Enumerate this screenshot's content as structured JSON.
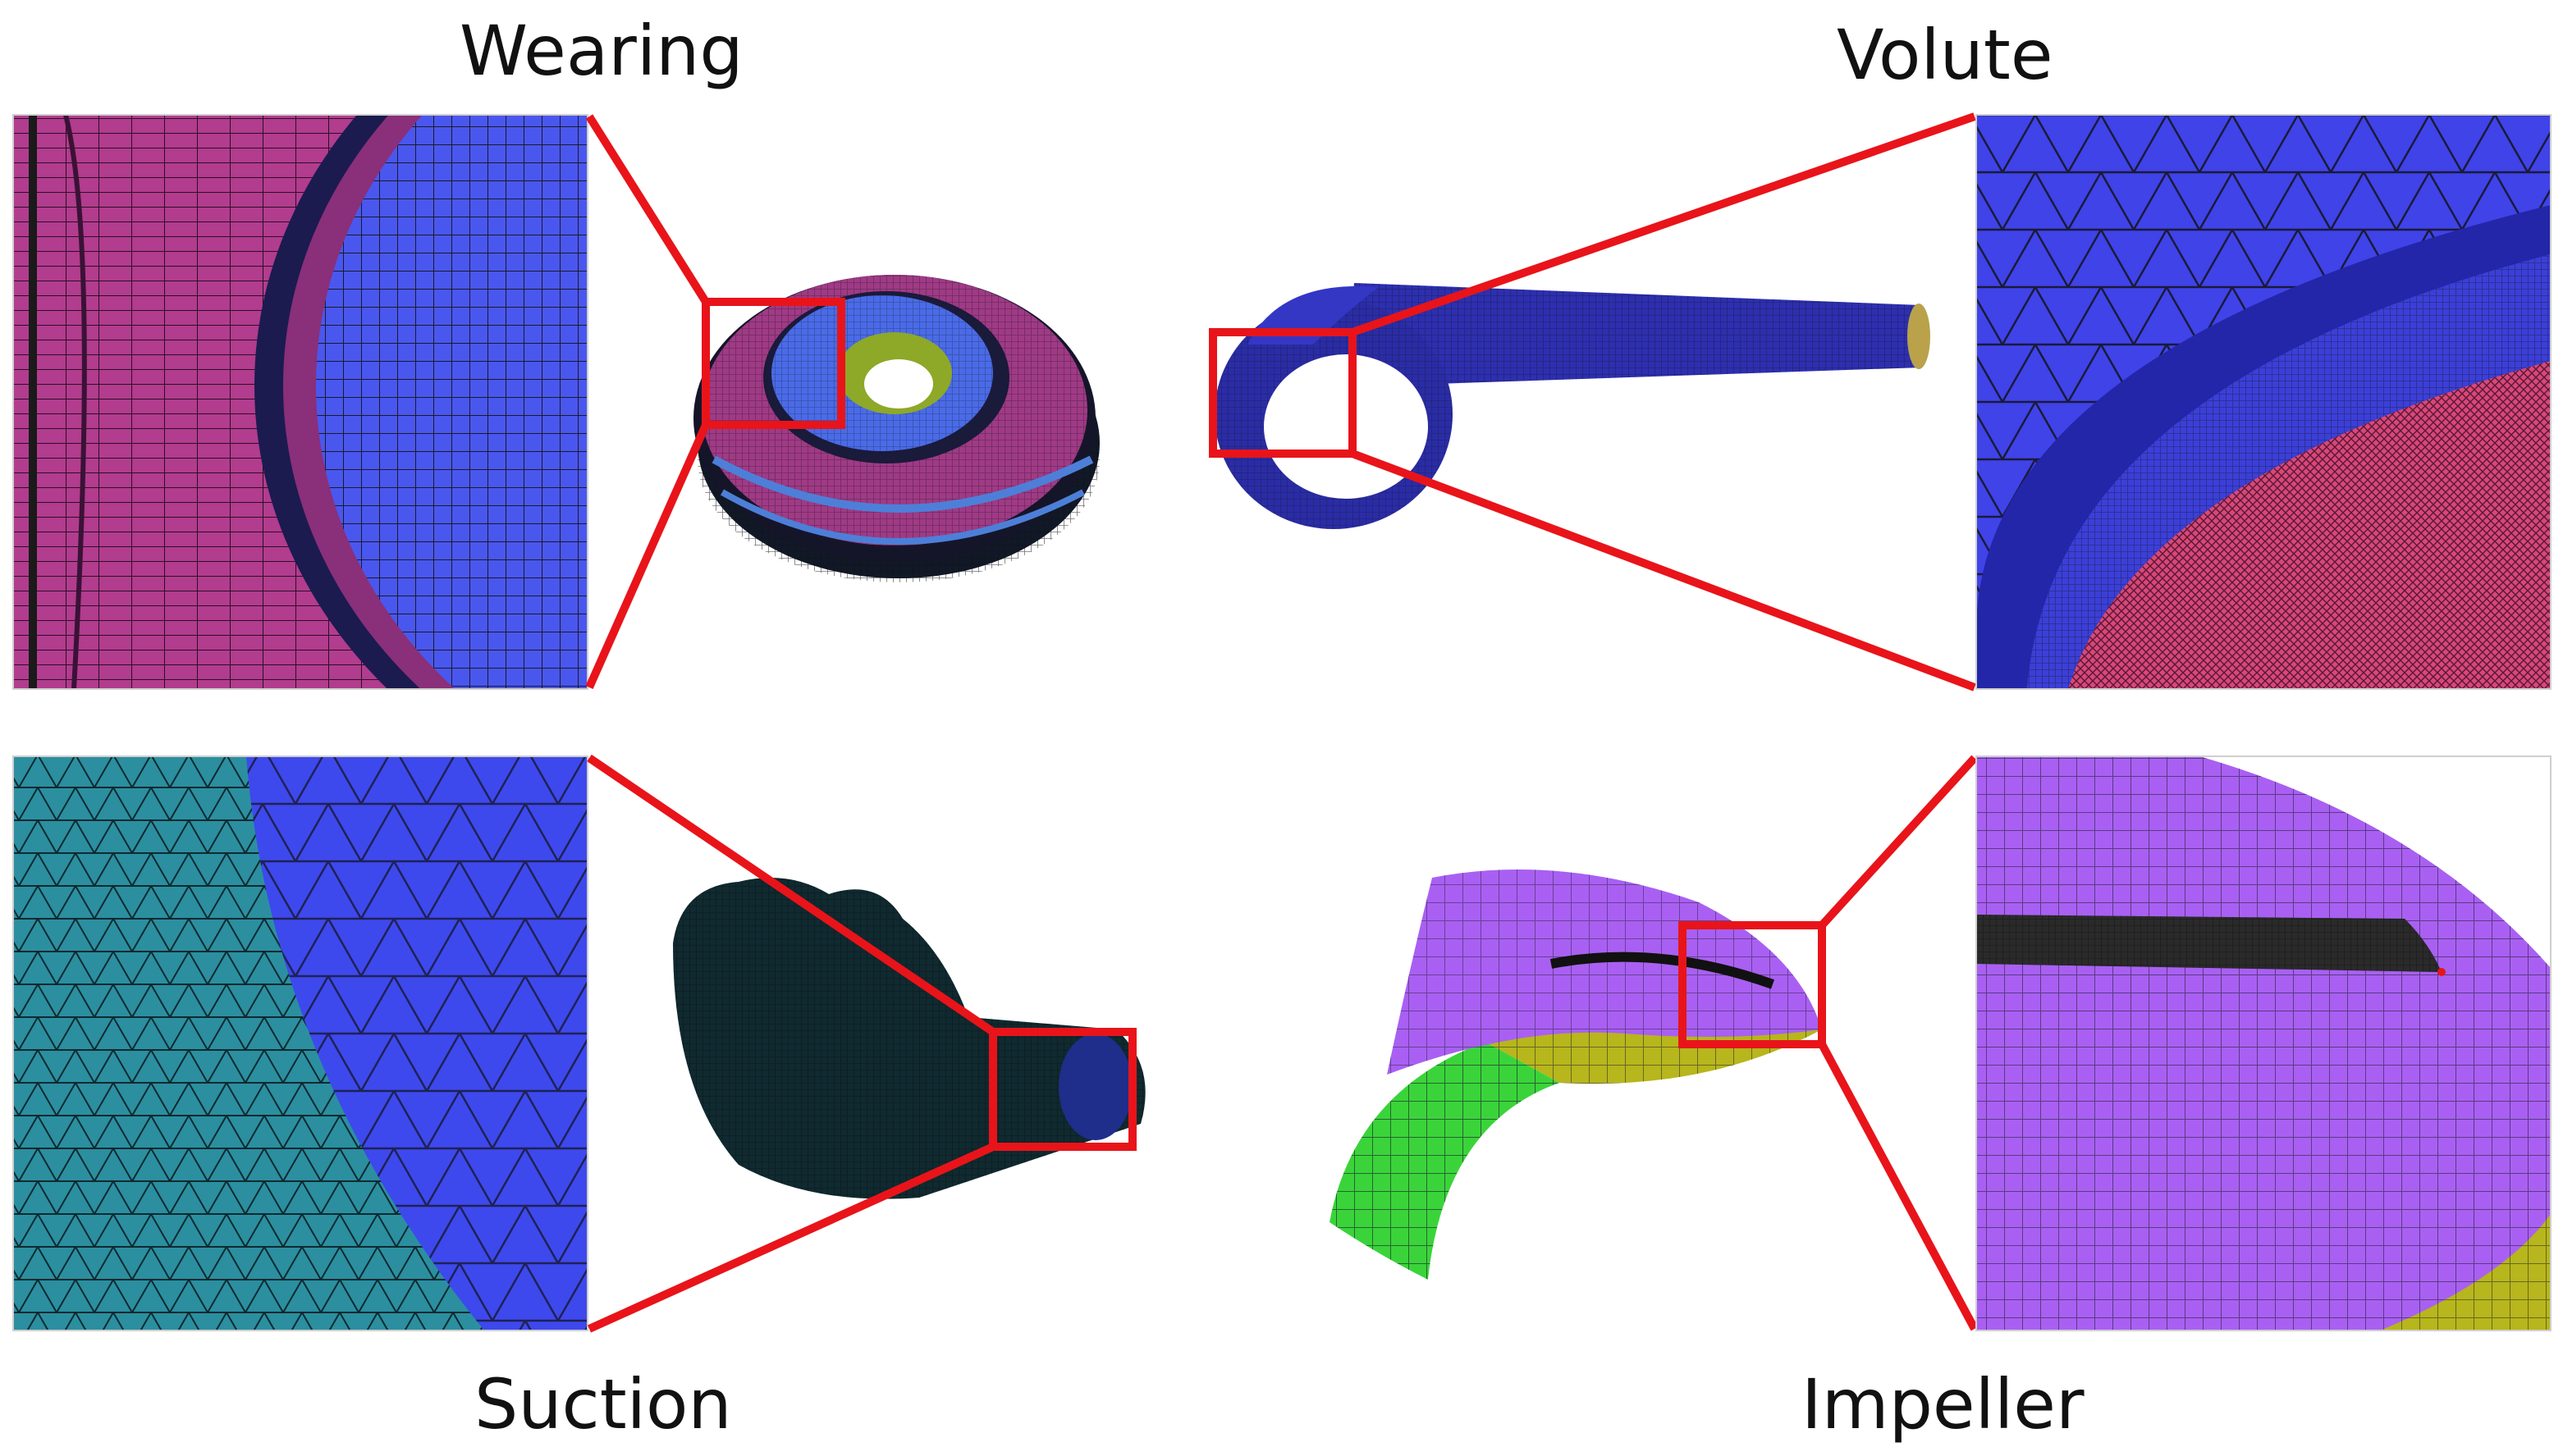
{
  "labels": {
    "wearing": "Wearing",
    "volute": "Volute",
    "suction": "Suction",
    "impeller": "Impeller"
  },
  "colors": {
    "highlight": "#e8141a",
    "wearing_outer": "#b23c8e",
    "wearing_inner": "#4a57ee",
    "volute_mesh": "#3f43e8",
    "volute_inner": "#d9477a",
    "suction_outer": "#2b8fa0",
    "suction_inner": "#3d49ec",
    "impeller_blade": "#a960f2",
    "impeller_hub": "#3ad43a",
    "impeller_shroud": "#b7b61c",
    "mesh_line": "#1a1a2a"
  }
}
